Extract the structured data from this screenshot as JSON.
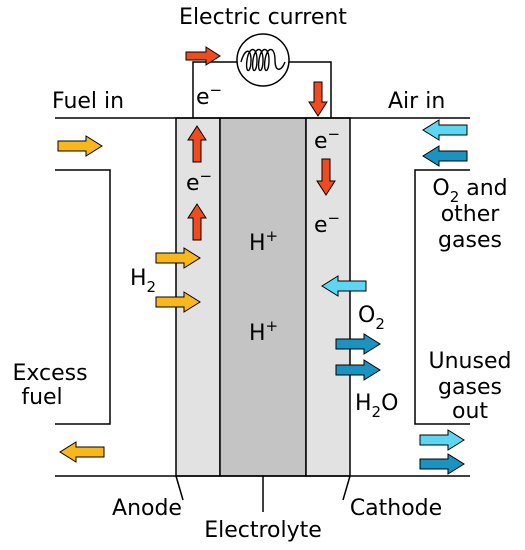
{
  "labels": {
    "title": "Electric current",
    "fuel_in": "Fuel in",
    "air_in": "Air in",
    "anode": "Anode",
    "cathode": "Cathode",
    "electrolyte": "Electrolyte",
    "excess_fuel_1": "Excess",
    "excess_fuel_2": "fuel",
    "o2_other_1": "O",
    "o2_other_1_sub": "2",
    "o2_other_1_rest": " and",
    "o2_other_2": "other",
    "o2_other_3": "gases",
    "unused_1": "Unused",
    "unused_2": "gases",
    "unused_3": "out",
    "electron": "e",
    "electron_sup": "−",
    "proton": "H",
    "proton_sup": "+",
    "h2": "H",
    "h2_sub": "2",
    "o2": "O",
    "o2_sub": "2",
    "h2o_h": "H",
    "h2o_sub": "2",
    "h2o_o": "O"
  },
  "colors": {
    "electrode": "#e2e2e2",
    "electrolyte": "#c4c4c4",
    "electron_arrow": "#ef4b1e",
    "fuel_arrow": "#f7b71d",
    "air_arrow": "#5dd6f2",
    "water_arrow": "#1a93c1",
    "outline": "#000000"
  },
  "icons": {
    "load": "lamp-coil-icon"
  }
}
